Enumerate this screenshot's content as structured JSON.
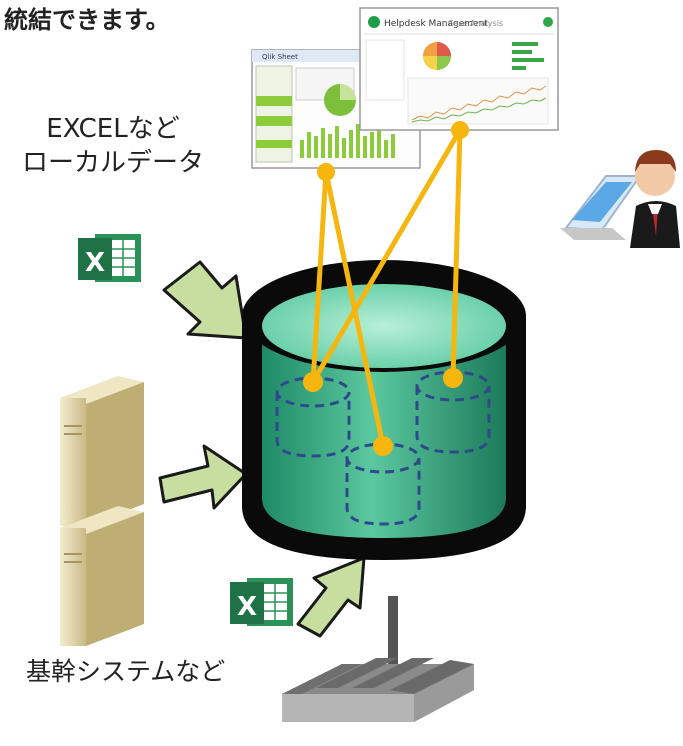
{
  "top_text": "統結できます。",
  "excel_caption_line1": "EXCELなど",
  "excel_caption_line2": "ローカルデータ",
  "core_caption": "基幹システムなど",
  "dashboard_small": {
    "title": "Qlik Sheet"
  },
  "dashboard_large": {
    "title": "Helpdesk Management",
    "subtitle": "Case Analysis"
  },
  "excel_badge_letter": "X",
  "colors": {
    "db_green": "#3aa884",
    "db_green_light": "#8ee0bd",
    "db_rim": "#0a0a0a",
    "link_line": "#f6b60e",
    "inner_dash": "#2e4a8c",
    "arrow_fill": "#c8dea0",
    "arrow_stroke": "#1a1a1a",
    "excel_green": "#1e7245",
    "server_body": "#e3d7ab",
    "factory_roof": "#6f6f6f"
  }
}
